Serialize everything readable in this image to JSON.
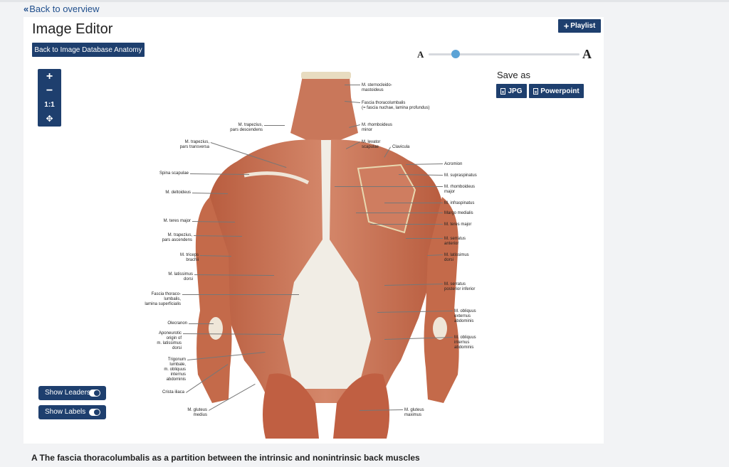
{
  "nav": {
    "back_overview": "Back to overview"
  },
  "editor": {
    "title": "Image Editor",
    "back_db_label": "Back to Image Database Anatomy",
    "playlist_label": "Playlist",
    "font_small": "A",
    "font_large": "A",
    "font_slider_level": 0.18,
    "save_as": "Save as",
    "jpg_label": "JPG",
    "ppt_label": "Powerpoint",
    "zoom_in": "+",
    "zoom_out": "−",
    "zoom_fit": "1:1",
    "zoom_move": "✥",
    "show_leaders": "Show Leaders",
    "show_labels": "Show Labels",
    "show_leaders_on": true,
    "show_labels_on": true
  },
  "figure": {
    "labels": [
      "M. sternocleido-\nmastoideus",
      "Fascia thoracolumbalis\n(= fascia nuchae, lamina profundus)",
      "M. trapezius,\npars descendens",
      "M. rhomboideus\nminor",
      "M. trapezius,\npars transversa",
      "M. levator\nscapulae",
      "Clavicula",
      "Acromion",
      "Spina scapulae",
      "M. supraspinatus",
      "M. rhomboideus\nmajor",
      "M. deltoideus",
      "M. infraspinatus",
      "Margo medialis",
      "M. teres major",
      "M. teres major",
      "M. trapezius,\npars ascendens",
      "M. serratus\nanterior",
      "M. triceps\nbrachii",
      "M. latissimus\ndorsi",
      "M. latissimus\ndorsi",
      "M. serratus\nposterior inferior",
      "Fascia thoraco-\nlumbalis,\nlamina superficialis",
      "M. obliquus\nexternus\nabdominis",
      "Olecranon",
      "Aponeurotic\norigin of\nm. latissimus\ndorsi",
      "M. obliquus\ninternus\nabdominis",
      "Trigonum\nlumbale,\nm. obliquus\ninternus\nabdominis",
      "Crista iliaca",
      "M. gluteus\nmedius",
      "M. gluteus\nmaximus"
    ]
  },
  "caption": "A The fascia thoracolumbalis as a partition between the intrinsic and nonintrinsic back muscles",
  "colors": {
    "primary": "#1e3f6e",
    "link": "#1f4e8c",
    "slider_thumb": "#5ba3d6",
    "muscle": "#c46a4a",
    "fascia": "#f2efe8"
  }
}
